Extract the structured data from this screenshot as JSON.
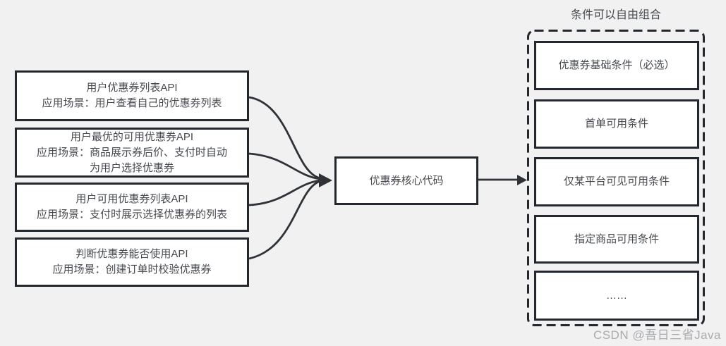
{
  "left_boxes": [
    {
      "lines": [
        "用户优惠券列表API",
        "应用场景：用户查看自己的优惠券列表"
      ]
    },
    {
      "lines": [
        "用户最优的可用优惠券API",
        "应用场景：商品展示券后价、支付时自动",
        "为用户选择优惠券"
      ]
    },
    {
      "lines": [
        "用户可用优惠券列表API",
        "应用场景：支付时展示选择优惠券的列表"
      ]
    },
    {
      "lines": [
        "判断优惠券能否使用API",
        "应用场景：创建订单时校验优惠券"
      ]
    }
  ],
  "core_box": {
    "label": "优惠券核心代码"
  },
  "right_panel": {
    "title": "条件可以自由组合",
    "boxes": [
      "优惠券基础条件（必选）",
      "首单可用条件",
      "仅某平台可见可用条件",
      "指定商品可用条件",
      "……"
    ]
  },
  "watermark": "CSDN @吾日三省Java",
  "colors": {
    "background": "#f1f1f2",
    "box_border": "#23282f",
    "box_fill": "#ffffff",
    "text": "#46494e",
    "arrow": "#2f3338",
    "watermark": "#a9abae"
  }
}
